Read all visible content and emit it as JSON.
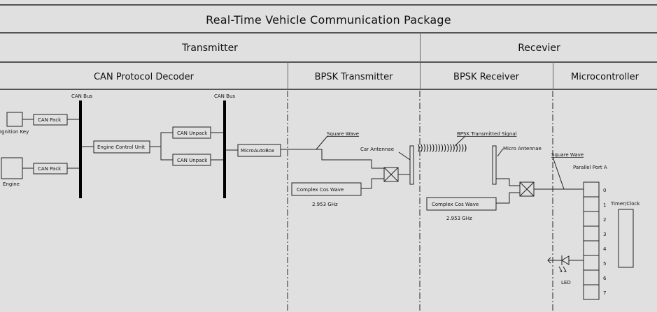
{
  "title": "Real-Time Vehicle Communication Package",
  "sections": {
    "transmitter": "Transmitter",
    "receiver": "Recevier"
  },
  "subsections": {
    "can_decoder": "CAN Protocol Decoder",
    "bpsk_tx": "BPSK Transmitter",
    "bpsk_rx": "BPSK Receiver",
    "micro": "Microcontroller"
  },
  "labels": {
    "can_bus_1": "CAN Bus",
    "can_bus_2": "CAN Bus",
    "ignition_key": "Ignition Key",
    "engine": "Engine",
    "can_pack_1": "CAN Pack",
    "can_pack_2": "CAN Pack",
    "ecu": "Engine Control Unit",
    "can_unpack_1": "CAN Unpack",
    "can_unpack_2": "CAN Unpack",
    "microautobox": "MicroAutoBox",
    "square_wave_tx": "Square Wave",
    "car_antennae": "Car Antennae",
    "complex_cos_tx": "Complex Cos Wave",
    "freq_tx": "2.953 GHz",
    "bpsk_signal": "BPSK Transmitted Signal",
    "micro_antennae": "Micro Antennae",
    "complex_cos_rx": "Complex Cos Wave",
    "freq_rx": "2.953 GHz",
    "square_wave_rx": "Square Wave",
    "parallel_port": "Parallel Port A",
    "timer_clock": "Timer/Clock",
    "led": "LED",
    "radio_waves": ")))))))))))))))))"
  },
  "port_pins": [
    "0",
    "1",
    "2",
    "3",
    "4",
    "5",
    "6",
    "7"
  ]
}
